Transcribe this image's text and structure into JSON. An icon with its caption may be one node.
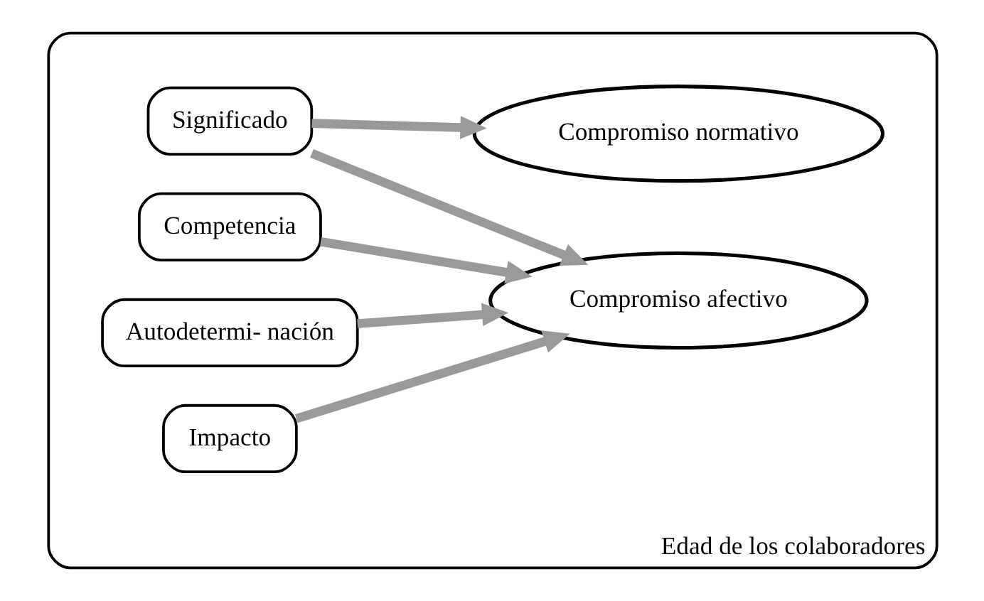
{
  "diagram": {
    "nodes": [
      {
        "text": [
          "Edad de los colaboradores"
        ]
      },
      {
        "text": [
          "Significado"
        ],
        "in": 0
      },
      {
        "text": [
          "Competencia"
        ],
        "in": 0
      },
      {
        "text": [
          "Autodetermi- nación"
        ],
        "in": 0
      },
      {
        "text": [
          "Impacto"
        ],
        "in": 0
      },
      {
        "text": [
          "Compromiso normativo"
        ],
        "in": 0
      },
      {
        "text": [
          "Compromiso afectivo"
        ],
        "in": 0
      }
    ],
    "edges": [
      {
        "from": 1,
        "to": 5,
        "arrow": "to"
      },
      {
        "from": 1,
        "to": 6,
        "arrow": "to"
      },
      {
        "from": 2,
        "to": 6,
        "arrow": "to"
      },
      {
        "from": 3,
        "to": 6,
        "arrow": "to"
      },
      {
        "from": 4,
        "to": 6,
        "arrow": "to"
      }
    ]
  }
}
